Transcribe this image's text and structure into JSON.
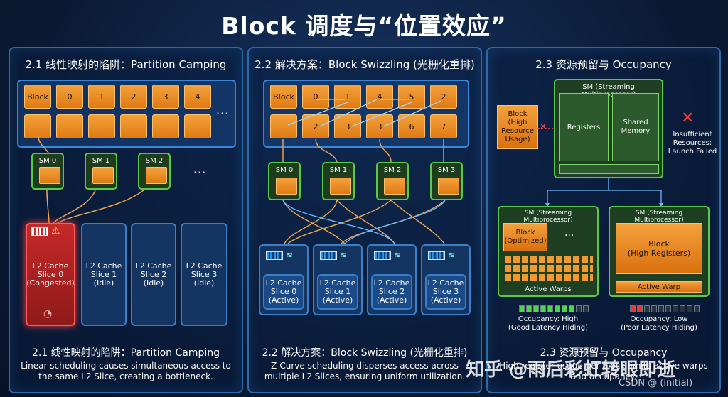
{
  "title": "Block 调度与“位置效应”",
  "panels": [
    {
      "title": "2.1 线性映射的陷阱：Partition Camping",
      "grid_labels": [
        "Block",
        "0",
        "1",
        "2",
        "3",
        "4"
      ],
      "sms": [
        "SM 0",
        "SM 1",
        "SM 2"
      ],
      "l2": [
        {
          "label": "L2 Cache\nSlice 0\n(Congested)"
        },
        {
          "label": "L2 Cache\nSlice 1\n(Idle)"
        },
        {
          "label": "L2 Cache\nSlice 2\n(Idle)"
        },
        {
          "label": "L2 Cache\nSlice 3\n(Idle)"
        }
      ],
      "caption_title": "2.1 线性映射的陷阱：Partition Camping",
      "caption_l1": "Linear scheduling causes simultaneous access to",
      "caption_l2": "the same L2 Slice, creating a bottleneck."
    },
    {
      "title": "2.2 解决方案：Block Swizzling (光栅化重排)",
      "grid_row1": [
        "Block",
        "0",
        "1",
        "4",
        "5",
        "2"
      ],
      "grid_row2": [
        "",
        "2",
        "3",
        "3",
        "6",
        "7"
      ],
      "sms": [
        "SM 0",
        "SM 1",
        "SM 2",
        "SM 3"
      ],
      "l2": [
        {
          "label": "L2 Cache\nSlice 0\n(Active)"
        },
        {
          "label": "L2 Cache\nSlice 1\n(Active)"
        },
        {
          "label": "L2 Cache\nSlice 2\n(Active)"
        },
        {
          "label": "L2 Cache\nSlice 3\n(Active)"
        }
      ],
      "caption_title": "2.2 解决方案：Block Swizzling (光栅化重排)",
      "caption_l1": "Z-Curve scheduling disperses access across",
      "caption_l2": "multiple L2 Slices, ensuring uniform utilization."
    },
    {
      "title": "2.3 资源预留与 Occupancy",
      "block_high": "Block\n(High\nResource\nUsage)",
      "sm_top": "SM (Streaming Multiprocessor)",
      "registers": "Registers",
      "shared_memory": "Shared\nMemory",
      "insufficient": "Insufficient\nResources:\nLaunch Failed",
      "left_sm": "SM (Streaming Multiprocessor)",
      "left_block": "Block\n(Optimized)",
      "left_warps": "Active Warps",
      "left_occ": "Occupancy: High",
      "left_occ_note": "(Good Latency Hiding)",
      "right_sm": "SM (Streaming Multiprocessor)",
      "right_block": "Block\n(High Registers)",
      "right_warp": "Active Warp",
      "right_occ": "Occupancy: Low",
      "right_occ_note": "(Poor Latency Hiding)",
      "caption_title": "2.3 资源预留与 Occupancy",
      "caption_l1": "High register usage per block limits active warps and occupancy."
    }
  ],
  "watermark": "知乎 @雨后彩虹转眼即逝",
  "csdn": "CSDN @ (initial)",
  "colors": {
    "orange": "#f29a2e",
    "green": "#5cc84a",
    "blue": "#3b86d6",
    "red": "#e53935"
  }
}
